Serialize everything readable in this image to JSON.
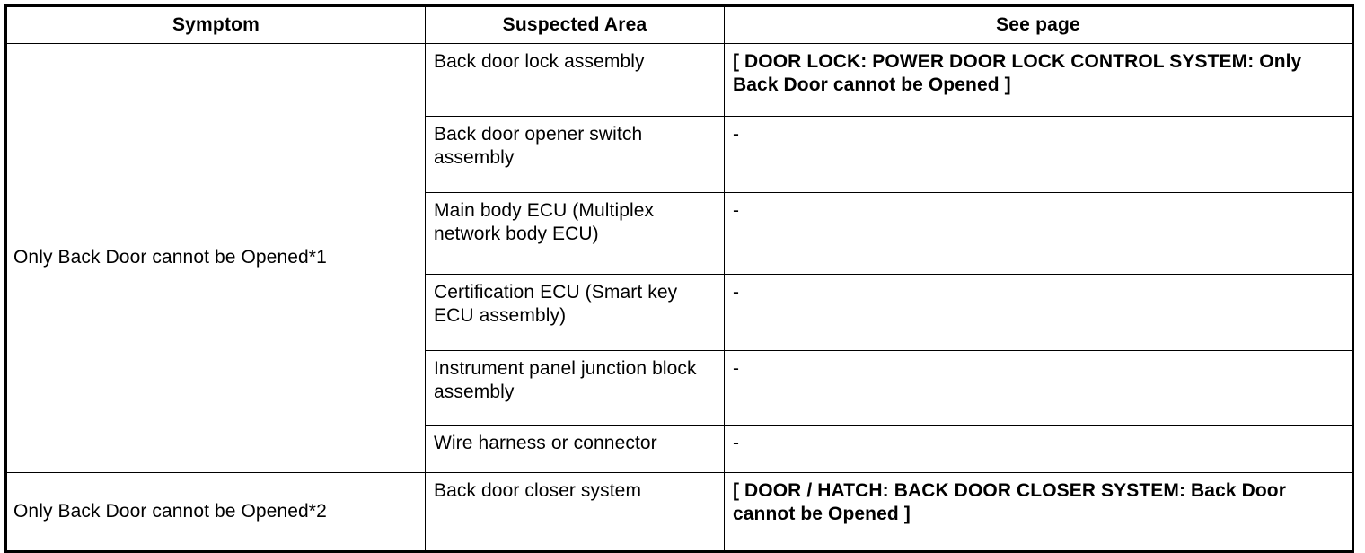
{
  "table": {
    "headers": {
      "symptom": "Symptom",
      "suspected_area": "Suspected Area",
      "see_page": "See page"
    },
    "groups": [
      {
        "symptom": "Only Back Door cannot be Opened*1",
        "rows": [
          {
            "suspected_area": "Back door lock assembly",
            "see_page": "[ DOOR LOCK: POWER DOOR LOCK CONTROL SYSTEM: Only Back Door cannot be Opened ]",
            "see_page_bold": true
          },
          {
            "suspected_area": "Back door opener switch assembly",
            "see_page": "-",
            "see_page_bold": false
          },
          {
            "suspected_area": "Main body ECU (Multiplex network body ECU)",
            "see_page": "-",
            "see_page_bold": false
          },
          {
            "suspected_area": "Certification ECU (Smart key ECU assembly)",
            "see_page": "-",
            "see_page_bold": false
          },
          {
            "suspected_area": "Instrument panel junction block assembly",
            "see_page": "-",
            "see_page_bold": false
          },
          {
            "suspected_area": "Wire harness or connector",
            "see_page": "-",
            "see_page_bold": false
          }
        ]
      },
      {
        "symptom": "Only Back Door cannot be Opened*2",
        "rows": [
          {
            "suspected_area": "Back door closer system",
            "see_page": "[ DOOR / HATCH: BACK DOOR CLOSER SYSTEM: Back Door cannot be Opened ]",
            "see_page_bold": true
          }
        ]
      }
    ]
  }
}
